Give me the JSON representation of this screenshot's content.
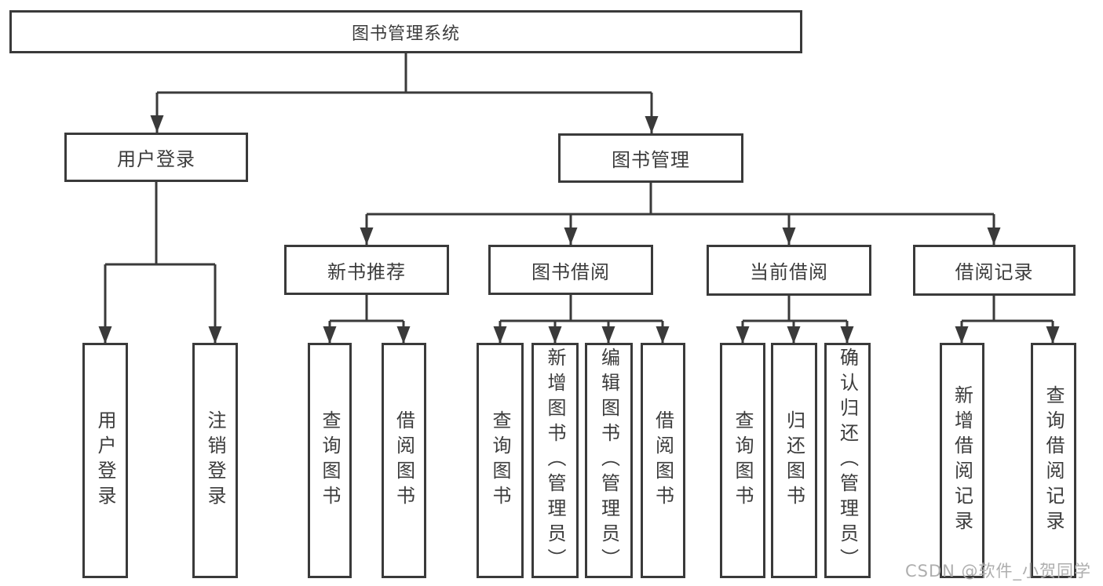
{
  "diagram": {
    "type": "hierarchy-tree",
    "tree": {
      "label": "图书管理系统",
      "children": [
        {
          "label": "用户登录",
          "children": [
            {
              "label": "用户登录"
            },
            {
              "label": "注销登录"
            }
          ]
        },
        {
          "label": "图书管理",
          "children": [
            {
              "label": "新书推荐",
              "children": [
                {
                  "label": "查询图书"
                },
                {
                  "label": "借阅图书"
                }
              ]
            },
            {
              "label": "图书借阅",
              "children": [
                {
                  "label": "查询图书"
                },
                {
                  "label": "新增图书（管理员）"
                },
                {
                  "label": "编辑图书（管理员）"
                },
                {
                  "label": "借阅图书"
                }
              ]
            },
            {
              "label": "当前借阅",
              "children": [
                {
                  "label": "查询图书"
                },
                {
                  "label": "归还图书"
                },
                {
                  "label": "确认归还（管理员）"
                }
              ]
            },
            {
              "label": "借阅记录",
              "children": [
                {
                  "label": "新增借阅记录"
                },
                {
                  "label": "查询借阅记录"
                }
              ]
            }
          ]
        }
      ]
    },
    "watermark": "CSDN @软件_小贺同学",
    "colors": {
      "line": "#3a3a3a",
      "text": "#3c3c3c",
      "watermark": "#aeaeae",
      "background": "#ffffff"
    }
  }
}
